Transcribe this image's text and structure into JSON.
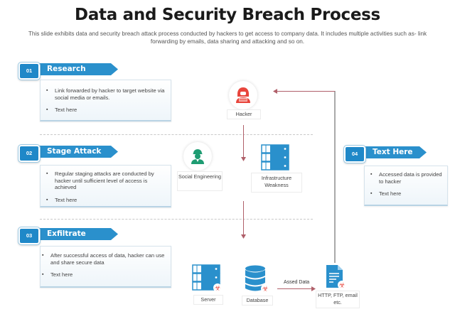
{
  "header": {
    "title": "Data and Security Breach Process",
    "subtitle": "This slide exhibits data and security breach attack process conducted by hackers to get access to company data. It includes multiple activities such as- link forwarding by emails, data sharing and attacking and so on."
  },
  "steps": [
    {
      "number": "01",
      "title": "Research",
      "bullets": [
        "Link forwarded by hacker to target website via social media or emails.",
        "Text here"
      ]
    },
    {
      "number": "02",
      "title": "Stage Attack",
      "bullets": [
        "Regular staging attacks are conducted by hacker until sufficient level of access is achieved",
        "Text here"
      ]
    },
    {
      "number": "03",
      "title": "Exfiltrate",
      "bullets": [
        "After successful access of data, hacker can use and share secure data",
        "Text here"
      ]
    },
    {
      "number": "04",
      "title": "Text Here",
      "bullets": [
        "Accessed data is provided to hacker",
        "Text here"
      ]
    }
  ],
  "nodes": {
    "hacker": {
      "label": "Hacker",
      "icon": "hacker-icon"
    },
    "social": {
      "label": "Social Engineering",
      "icon": "worker-icon"
    },
    "infra": {
      "label": "Infrastructure Weakness",
      "icon": "server-rack-icon"
    },
    "server": {
      "label": "Server",
      "icon": "server-rack-icon"
    },
    "database": {
      "label": "Database",
      "icon": "database-icon"
    },
    "protocols": {
      "label": "HTTP, FTP, email etc.",
      "icon": "document-icon"
    }
  },
  "edges": {
    "database_to_protocols": "Assed Data"
  },
  "colors": {
    "accent_blue": "#2a90cc",
    "hacker_red": "#e8453c",
    "social_green": "#1e9c72",
    "arrow": "#b0606a"
  }
}
